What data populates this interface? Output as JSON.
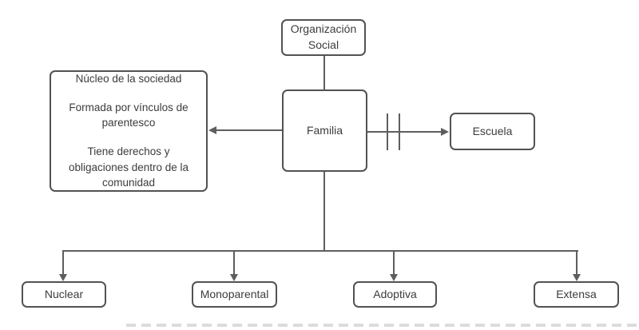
{
  "colors": {
    "background": "#ffffff",
    "node_border": "#525252",
    "node_fill": "#ffffff",
    "connector": "#5e5e5e",
    "text": "#3c3c3c",
    "page_dash": "#dcdcdc"
  },
  "diagram": {
    "root": {
      "label": "Organización Social"
    },
    "center": {
      "label": "Familia"
    },
    "related": {
      "label": "Escuela"
    },
    "description": {
      "lines": [
        "Núcleo de la sociedad",
        "Formada por vínculos de parentesco",
        "Tiene derechos y obligaciones dentro de la comunidad"
      ]
    },
    "family_types": [
      {
        "label": "Nuclear"
      },
      {
        "label": "Monoparental"
      },
      {
        "label": "Adoptiva"
      },
      {
        "label": "Extensa"
      }
    ]
  }
}
